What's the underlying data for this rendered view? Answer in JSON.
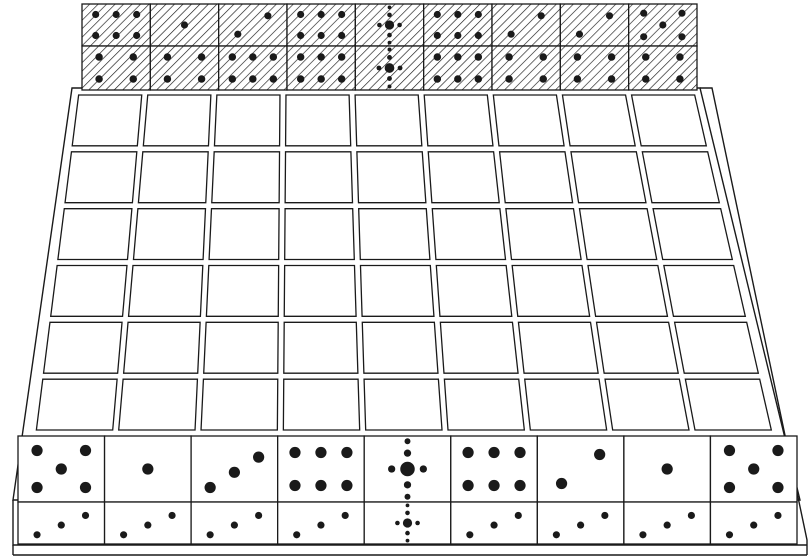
{
  "game": {
    "board_rows": 6,
    "board_cols": 9,
    "top_pieces": {
      "front_faces": [
        6,
        1,
        2,
        6,
        7,
        6,
        2,
        2,
        5
      ],
      "top_faces": [
        4,
        4,
        6,
        6,
        7,
        6,
        4,
        4,
        4
      ],
      "shading": "hatched"
    },
    "bottom_pieces": {
      "front_faces": [
        5,
        1,
        3,
        6,
        7,
        6,
        2,
        1,
        5
      ],
      "bottom_faces": [
        3,
        3,
        3,
        3,
        7,
        3,
        3,
        3,
        3
      ],
      "shading": "plain"
    }
  },
  "colors": {
    "line": "#1a1a1a",
    "pip": "#1a1a1a",
    "square_fill": "#ffffff",
    "background": "#ffffff"
  }
}
